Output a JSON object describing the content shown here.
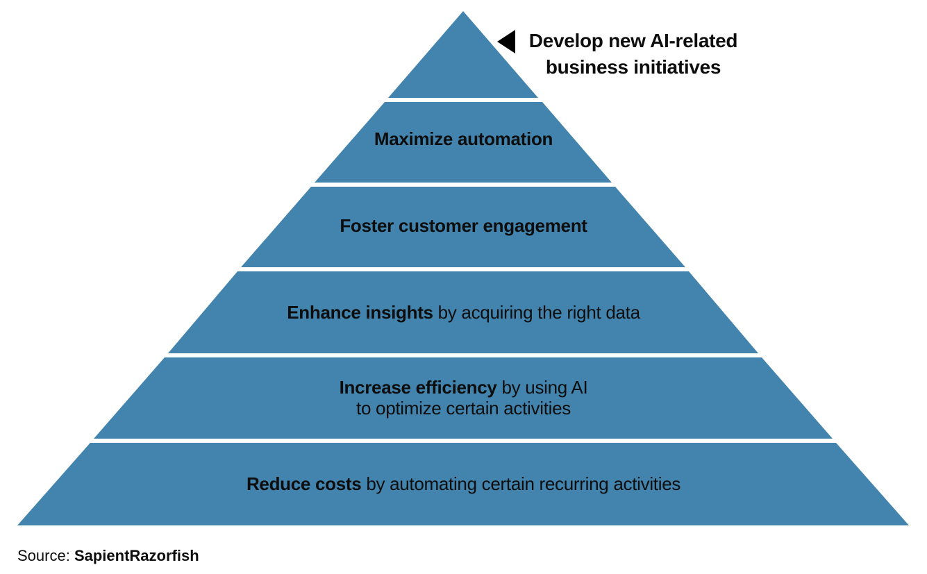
{
  "colors": {
    "pyramid": "#4284ae",
    "separator": "#ffffff",
    "text": "#0d0d0d",
    "arrow": "#000000"
  },
  "callout": {
    "icon": "left-arrow",
    "line1": "Develop new AI-related",
    "line2": "business initiatives"
  },
  "levels": [
    {
      "bold": "",
      "rest": ""
    },
    {
      "bold": "Maximize automation",
      "rest": ""
    },
    {
      "bold": "Foster customer engagement",
      "rest": ""
    },
    {
      "bold": "Enhance insights",
      "rest": " by acquiring the right data"
    },
    {
      "bold": "Increase efficiency",
      "rest": " by using AI",
      "rest_line2": "to optimize certain activities"
    },
    {
      "bold": "Reduce costs",
      "rest": " by automating certain recurring activities"
    }
  ],
  "source": {
    "prefix": "Source: ",
    "name": "SapientRazorfish"
  }
}
